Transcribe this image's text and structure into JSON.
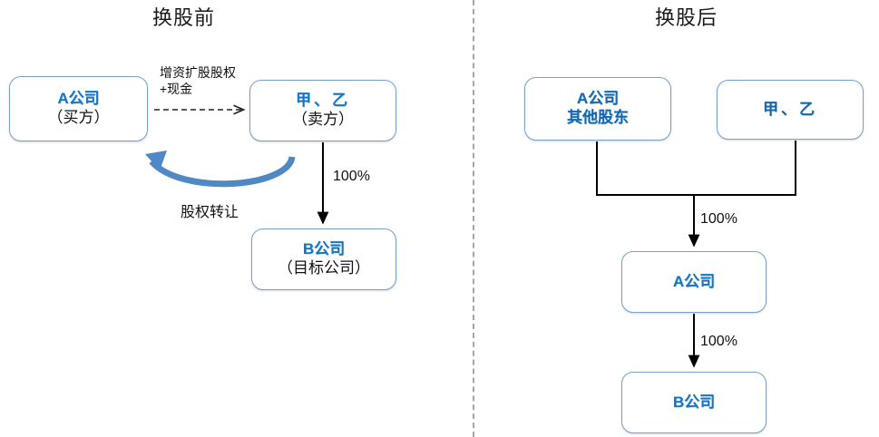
{
  "panels": {
    "left": {
      "title": "换股前",
      "boxes": {
        "buyer": {
          "line1": "A公司",
          "line2": "（买方）"
        },
        "seller": {
          "line1": "甲、乙",
          "line2": "（卖方）"
        },
        "target": {
          "line1": "B公司",
          "line2": "（目标公司）"
        }
      },
      "edges": {
        "consideration": "增资扩股股权+现金",
        "equity_transfer": "股权转让",
        "ownership_pct": "100%"
      }
    },
    "right": {
      "title": "换股后",
      "boxes": {
        "other_shareholders": {
          "line1": "A公司",
          "line2": "其他股东"
        },
        "jia_yi": {
          "line1": "甲、乙"
        },
        "company_a": {
          "line1": "A公司"
        },
        "company_b": {
          "line1": "B公司"
        }
      },
      "edges": {
        "to_a_pct": "100%",
        "a_to_b_pct": "100%"
      }
    }
  },
  "colors": {
    "box_border": "#7ba0c4",
    "accent_blue": "#1577c4",
    "curved_arrow": "#4f88c4",
    "divider": "#a6a6a6",
    "line": "#000000"
  }
}
